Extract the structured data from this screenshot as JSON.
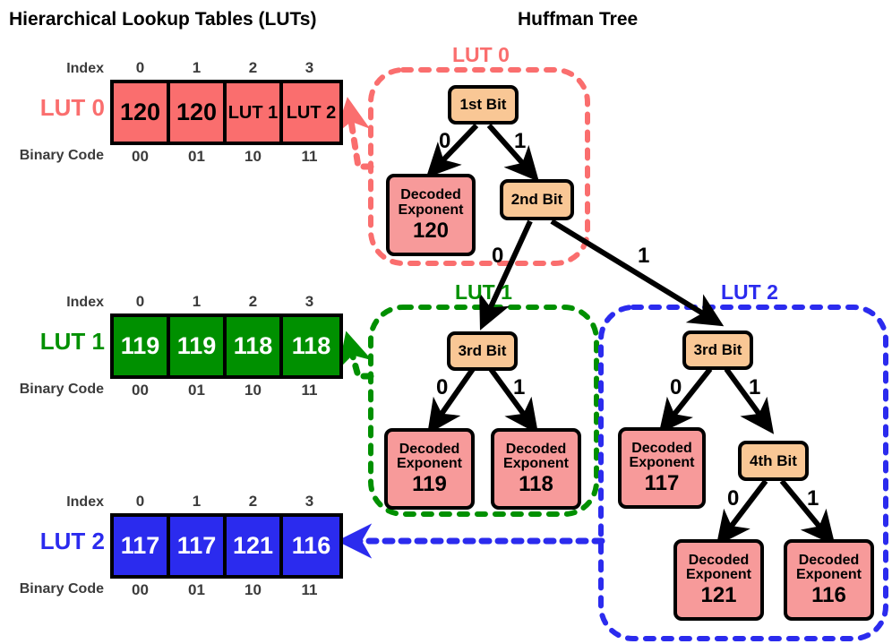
{
  "headings": {
    "left": "Hierarchical Lookup Tables (LUTs)",
    "right": "Huffman Tree"
  },
  "row_labels": {
    "index": "Index",
    "binary_code": "Binary Code"
  },
  "luts": [
    {
      "name": "LUT 0",
      "color": "#FA6E6E",
      "index_headers": [
        "0",
        "1",
        "2",
        "3"
      ],
      "cells": [
        "120",
        "120",
        "LUT 1",
        "LUT 2"
      ],
      "cell_kinds": [
        "num",
        "num",
        "ref",
        "ref"
      ],
      "binary_codes": [
        "00",
        "01",
        "10",
        "11"
      ]
    },
    {
      "name": "LUT 1",
      "color": "#009000",
      "index_headers": [
        "0",
        "1",
        "2",
        "3"
      ],
      "cells": [
        "119",
        "119",
        "118",
        "118"
      ],
      "cell_kinds": [
        "num",
        "num",
        "num",
        "num"
      ],
      "binary_codes": [
        "00",
        "01",
        "10",
        "11"
      ]
    },
    {
      "name": "LUT 2",
      "color": "#2B2BEE",
      "index_headers": [
        "0",
        "1",
        "2",
        "3"
      ],
      "cells": [
        "117",
        "117",
        "121",
        "116"
      ],
      "cell_kinds": [
        "num",
        "num",
        "num",
        "num"
      ],
      "binary_codes": [
        "00",
        "01",
        "10",
        "11"
      ]
    }
  ],
  "groups": [
    {
      "label": "LUT 0",
      "color": "#FA6E6E"
    },
    {
      "label": "LUT 1",
      "color": "#009000"
    },
    {
      "label": "LUT 2",
      "color": "#2B2BEE"
    }
  ],
  "tree": {
    "nodes": [
      {
        "id": "n1",
        "type": "bit",
        "label": "1st Bit"
      },
      {
        "id": "n2",
        "type": "leaf",
        "line1": "Decoded",
        "line2": "Exponent",
        "value": "120"
      },
      {
        "id": "n3",
        "type": "bit",
        "label": "2nd Bit"
      },
      {
        "id": "n4",
        "type": "bit",
        "label": "3rd Bit"
      },
      {
        "id": "n5",
        "type": "leaf",
        "line1": "Decoded",
        "line2": "Exponent",
        "value": "119"
      },
      {
        "id": "n6",
        "type": "leaf",
        "line1": "Decoded",
        "line2": "Exponent",
        "value": "118"
      },
      {
        "id": "n7",
        "type": "bit",
        "label": "3rd Bit"
      },
      {
        "id": "n8",
        "type": "leaf",
        "line1": "Decoded",
        "line2": "Exponent",
        "value": "117"
      },
      {
        "id": "n9",
        "type": "bit",
        "label": "4th Bit"
      },
      {
        "id": "n10",
        "type": "leaf",
        "line1": "Decoded",
        "line2": "Exponent",
        "value": "121"
      },
      {
        "id": "n11",
        "type": "leaf",
        "line1": "Decoded",
        "line2": "Exponent",
        "value": "116"
      }
    ],
    "edge_labels": [
      "0",
      "1",
      "0",
      "1",
      "0",
      "1",
      "0",
      "1",
      "0",
      "1"
    ]
  }
}
